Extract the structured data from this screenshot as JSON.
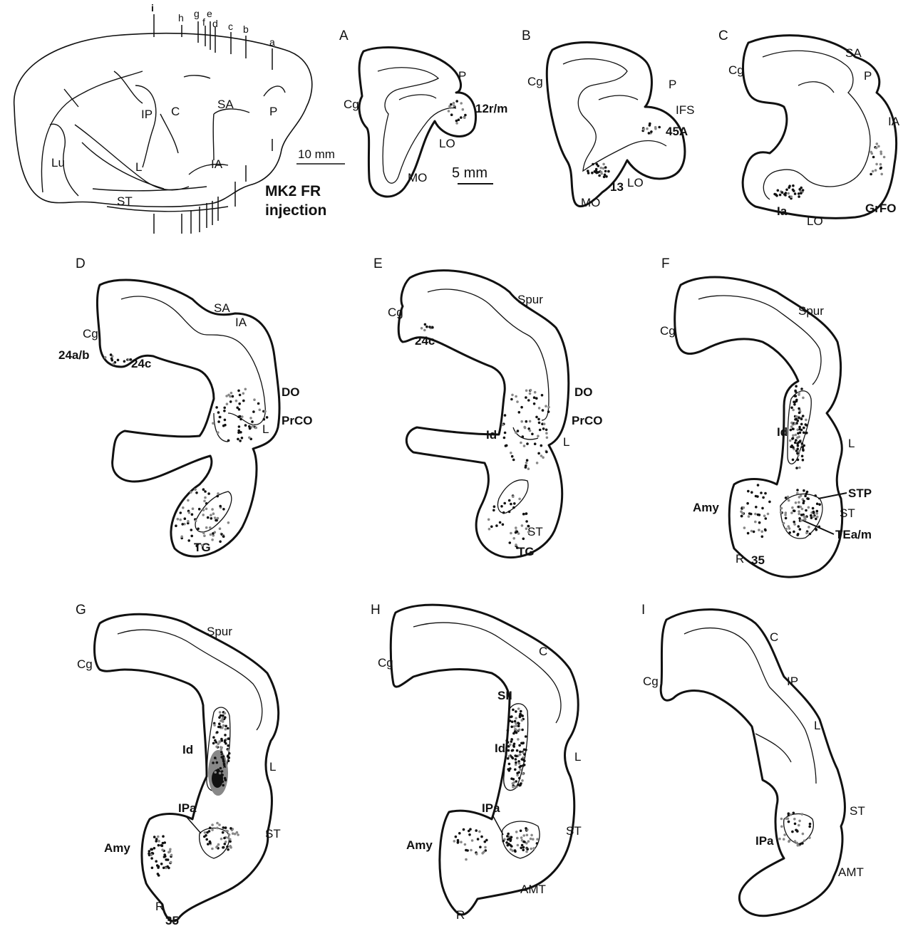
{
  "figure": {
    "case_title_line1": "MK2 FR",
    "case_title_line2": "injection",
    "scale_brain": "10 mm",
    "scale_section": "5 mm",
    "level_marks": [
      "i",
      "h",
      "g",
      "f",
      "e",
      "d",
      "c",
      "b",
      "a"
    ]
  },
  "lateral_view": {
    "labels": [
      "IP",
      "C",
      "SA",
      "P",
      "Lu",
      "L",
      "IA",
      "ST"
    ]
  },
  "panels": [
    {
      "id": "A",
      "sulci": [
        "P",
        "Cg",
        "LO",
        "MO"
      ],
      "areas": [
        "12r/m"
      ]
    },
    {
      "id": "B",
      "sulci": [
        "Cg",
        "P",
        "IFS",
        "LO",
        "MO"
      ],
      "areas": [
        "45A",
        "13"
      ]
    },
    {
      "id": "C",
      "sulci": [
        "Cg",
        "SA",
        "P",
        "IA",
        "LO"
      ],
      "areas": [
        "Ia",
        "GrFO"
      ]
    },
    {
      "id": "D",
      "sulci": [
        "SA",
        "IA",
        "Cg",
        "L"
      ],
      "areas": [
        "24a/b",
        "24c",
        "DO",
        "PrCO",
        "TG"
      ]
    },
    {
      "id": "E",
      "sulci": [
        "Cg",
        "Spur",
        "L",
        "ST"
      ],
      "areas": [
        "24c",
        "DO",
        "PrCO",
        "Id",
        "TG"
      ]
    },
    {
      "id": "F",
      "sulci": [
        "Cg",
        "Spur",
        "L",
        "ST",
        "R"
      ],
      "areas": [
        "Id",
        "Amy",
        "STP",
        "TEa/m",
        "35"
      ]
    },
    {
      "id": "G",
      "sulci": [
        "Cg",
        "Spur",
        "L",
        "ST",
        "R"
      ],
      "areas": [
        "Id",
        "IPa",
        "Amy",
        "35"
      ]
    },
    {
      "id": "H",
      "sulci": [
        "Cg",
        "C",
        "L",
        "ST",
        "AMT",
        "R"
      ],
      "areas": [
        "SII",
        "Id",
        "IPa",
        "Amy"
      ]
    },
    {
      "id": "I",
      "sulci": [
        "Cg",
        "C",
        "IP",
        "L",
        "ST",
        "AMT"
      ],
      "areas": [
        "IPa"
      ]
    }
  ]
}
